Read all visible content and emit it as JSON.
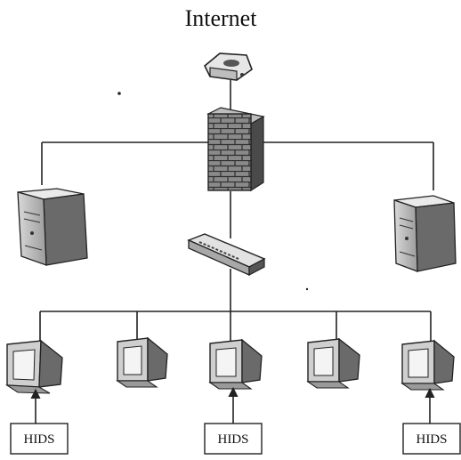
{
  "diagram": {
    "title": "Internet",
    "hids_labels": [
      "HIDS",
      "HIDS",
      "HIDS"
    ]
  }
}
